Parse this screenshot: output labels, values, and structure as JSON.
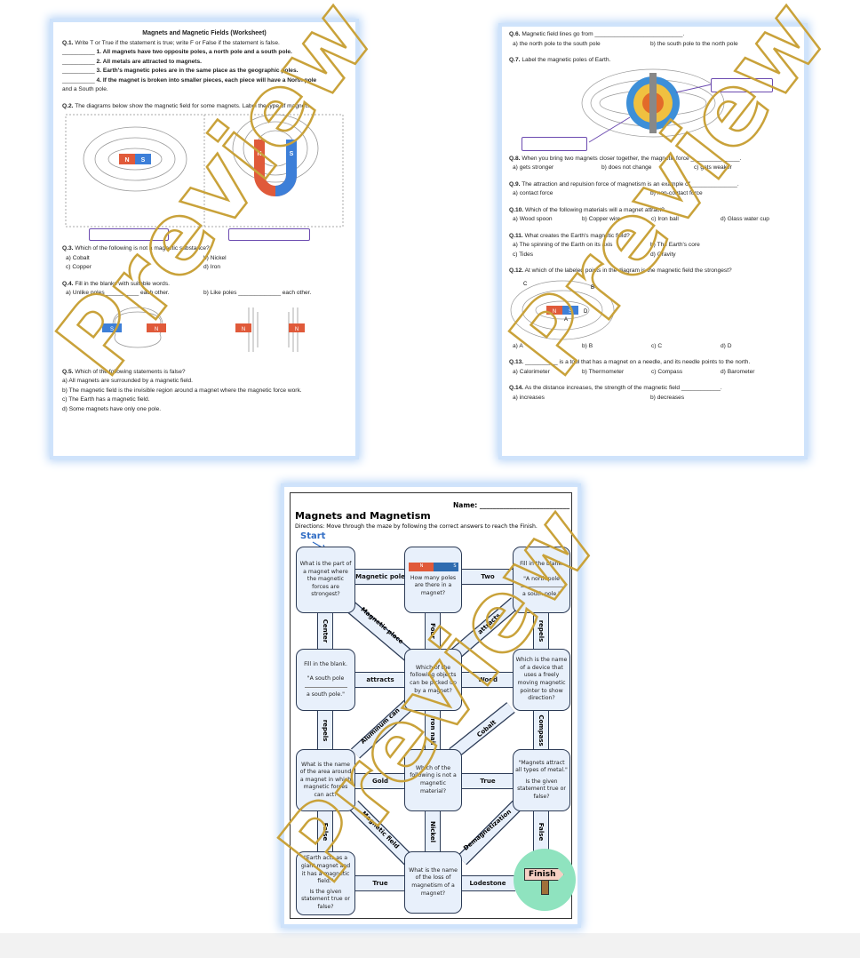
{
  "watermark": "Preview",
  "colors": {
    "north": "#e05a3a",
    "south": "#3d7fd8",
    "label_box": "#6c4bb0",
    "page_glow": "#b7d4f7",
    "maze_fill": "#e8f0fb",
    "finish_circle": "#8fe3bf",
    "watermark": "#c9a23a"
  },
  "page1": {
    "title": "Magnets and Magnetic Fields (Worksheet)",
    "q1": {
      "num": "Q.1.",
      "text": "Write T or True if the statement is true; write F or False if the statement is false.",
      "items": [
        "1. All magnets have two opposite poles, a north pole and a south pole.",
        "2. All metals are attracted to magnets.",
        "3. Earth's magnetic poles are in the same place as the geographic poles.",
        "4. If the magnet is broken into smaller pieces, each piece will have a North pole"
      ],
      "cont": "and a South pole.",
      "blank": "__________"
    },
    "q2": {
      "num": "Q.2.",
      "text": "The diagrams below show the magnetic field for some magnets. Label the type of magnets.",
      "n": "N",
      "s": "S"
    },
    "q3": {
      "num": "Q.3.",
      "text": "Which of the following is not a magnetic substance?",
      "options": [
        "a) Cobalt",
        "b) Nickel",
        "c) Copper",
        "d) Iron"
      ]
    },
    "q4": {
      "num": "Q.4.",
      "text": "Fill in the blanks with suitable words.",
      "a": "a) Unlike poles __________ each other.",
      "b": "b) Like poles _____________ each other.",
      "s": "S",
      "n": "N"
    },
    "q5": {
      "num": "Q.5.",
      "text": "Which of the following statements is false?",
      "options": [
        "a) All magnets are surrounded by a magnetic field.",
        "b) The magnetic field is the invisible region around a magnet where the magnetic force work.",
        "c) The Earth has a magnetic field.",
        "d) Some magnets have only one pole."
      ]
    }
  },
  "page2": {
    "q6": {
      "num": "Q.6.",
      "text": "Magnetic field lines go from ___________________________.",
      "options": [
        "a) the north pole to the south pole",
        "b) the south pole to the north pole"
      ]
    },
    "q7": {
      "num": "Q.7.",
      "text": "Label the magnetic poles of Earth."
    },
    "q8": {
      "num": "Q.8.",
      "text": "When you bring two magnets closer together, the magnetic force _______________.",
      "options": [
        "a) gets stronger",
        "b) does not change",
        "c) gets weaker"
      ]
    },
    "q9": {
      "num": "Q.9.",
      "text": "The attraction and repulsion force of magnetism is an example of ______________.",
      "options": [
        "a) contact force",
        "b) non-contact force"
      ]
    },
    "q10": {
      "num": "Q.10.",
      "text": "Which of the following materials will a magnet attract?",
      "options": [
        "a) Wood spoon",
        "b) Copper wire",
        "c) Iron ball",
        "d) Glass water cup"
      ]
    },
    "q11": {
      "num": "Q.11.",
      "text": "What creates the Earth's magnetic field?",
      "options": [
        "a) The spinning of the Earth on its axis",
        "b) The Earth's core",
        "c) Tides",
        "d) Gravity"
      ]
    },
    "q12": {
      "num": "Q.12.",
      "text": "At which of the labeled points in the diagram is the magnetic field the strongest?",
      "points": [
        "C",
        "B",
        "A",
        "D"
      ],
      "n": "N",
      "s": "S",
      "options": [
        "a) A",
        "b) B",
        "c) C",
        "d) D"
      ]
    },
    "q13": {
      "num": "Q.13.",
      "text": "__________ is a tool that has a magnet on a needle, and its needle points to the north.",
      "options": [
        "a) Calorimeter",
        "b) Thermometer",
        "c) Compass",
        "d) Barometer"
      ]
    },
    "q14": {
      "num": "Q.14.",
      "text": "As the distance increases, the strength of the magnetic field ____________.",
      "options": [
        "a) increases",
        "b) decreases"
      ]
    }
  },
  "maze": {
    "name_label": "Name: ___________________________",
    "title": "Magnets and Magnetism",
    "directions": "Directions: Move through the maze by following the correct answers to reach the Finish.",
    "start": "Start",
    "boxes": {
      "b1": "What is the part of a magnet where the magnetic forces are strongest?",
      "b2": "How many poles are there in a magnet?",
      "b2_n": "N",
      "b2_s": "S",
      "b3a": "Fill in the blank.",
      "b3b": "\"A north pole",
      "b3c": "a south pole.\"",
      "b4a": "Fill in the blank.",
      "b4b": "\"A south pole",
      "b4c": "a south pole.\"",
      "b5": "Which of the following objects can be picked up by a magnet?",
      "b6": "Which is the name of a device that uses a freely moving magnetic pointer to show direction?",
      "b7": "What is the name of the area around a magnet in which magnetic forces can act?",
      "b8": "Which of the following is not a magnetic material?",
      "b9a": "\"Magnets attract all types of metal.\"",
      "b9b": "Is the given statement true or false?",
      "b10a": "\"Earth acts as a giant magnet and it has a magnetic field.\"",
      "b10b": "Is the given statement true or false?",
      "b11": "What is the name of the loss of magnetism of a magnet?"
    },
    "paths": {
      "magnetic_pole": "Magnetic pole",
      "two": "Two",
      "center": "Center",
      "magnetic_place": "Magnetic place",
      "four": "Four",
      "attracts_diag": "attracts",
      "repels_1": "repels",
      "attracts": "attracts",
      "wood": "Wood",
      "repels_2": "repels",
      "aluminum_can": "Aluminum can",
      "iron_nail": "Iron nail",
      "cobalt": "Cobalt",
      "compass": "Compass",
      "gold": "Gold",
      "true_1": "True",
      "false_1": "False",
      "magnetic_field": "Magnetic field",
      "nickel": "Nickel",
      "demagnetization": "Demagnetization",
      "false_2": "False",
      "true_2": "True",
      "lodestone": "Lodestone"
    },
    "finish": "Finish"
  }
}
